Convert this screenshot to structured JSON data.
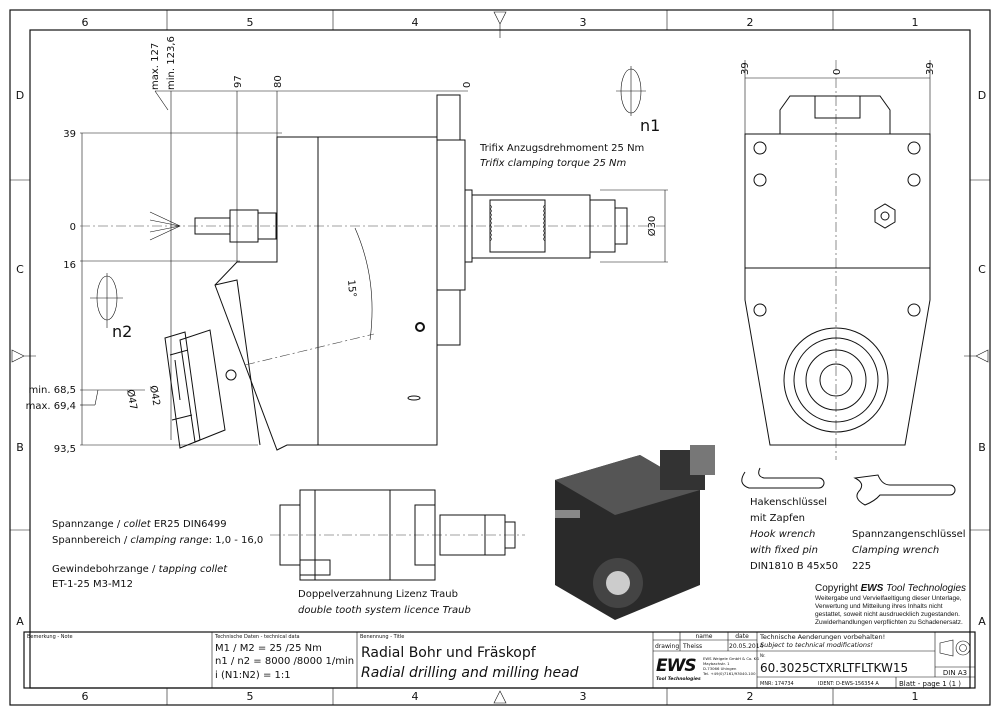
{
  "frame": {
    "columns": [
      "6",
      "5",
      "4",
      "3",
      "2",
      "1"
    ],
    "rows": [
      "D",
      "C",
      "B",
      "A"
    ]
  },
  "side_view": {
    "dims_top": [
      "max. 127",
      "min. 123,6",
      "97",
      "80",
      "0"
    ],
    "dims_left": [
      "39",
      "0",
      "16",
      "min. 68,5",
      "max. 69,4",
      "93,5"
    ],
    "diameters": [
      "Ø47",
      "Ø42"
    ],
    "angle": "15°",
    "rotation_label": "n2"
  },
  "front_view": {
    "dims": [
      "39",
      "0",
      "39"
    ]
  },
  "trifix": {
    "de": "Trifix Anzugsdrehmoment  25 Nm",
    "en": "Trifix clamping torque  25 Nm",
    "diameter": "Ø30",
    "rotation_label": "n1"
  },
  "collet": {
    "line1_de": "Spannzange / ",
    "line1_en": "collet",
    "line1_val": "  ER25    DIN6499",
    "line2_de": "Spannbereich / ",
    "line2_en": "clamping range",
    "line2_val": ": 1,0 - 16,0",
    "line3_de": "Gewindebohrzange / ",
    "line3_en": "tapping collet",
    "line4": "ET-1-25   M3-M12"
  },
  "double_tooth": {
    "de": "Doppelverzahnung Lizenz Traub",
    "en": "double tooth system licence Traub"
  },
  "hook_wrench": {
    "de1": "Hakenschlüssel",
    "de2": "mit Zapfen",
    "en1": "Hook wrench",
    "en2": "with fixed pin",
    "spec": "DIN1810 B 45x50"
  },
  "clamping_wrench": {
    "de": "Spannzangenschlüssel",
    "en": "Clamping wrench",
    "spec": "225"
  },
  "copyright": {
    "title_prefix": "Copyright ",
    "brand": "EWS",
    "title_suffix": " Tool Technologies",
    "lines": [
      "Weitergabe und Vervielfaeltigung dieser Unterlage,",
      "Verwertung und Mitteilung ihres Inhalts nicht",
      "gestattet, soweit nicht ausdruecklich zugestanden.",
      "Zuwiderhandlungen verpflichten zu Schadenersatz."
    ]
  },
  "title_block": {
    "note_label": "Bemerkung - Note",
    "tech_label": "Technische Daten - technical data",
    "tech_lines": [
      "M1 / M2 = 25  /25  Nm",
      "n1 / n2 = 8000 /8000  1/min",
      "i  (N1:N2) = 1:1"
    ],
    "title_label": "Benennung - Title",
    "title_de": "Radial Bohr und Fräskopf",
    "title_en": "Radial drilling and milling head",
    "name_header": "name",
    "date_header": "date",
    "drawing_label": "drawing",
    "drawing_name": "Theiss",
    "drawing_date": "20.05.2014",
    "logo_text": "EWS",
    "logo_sub": "Tool Technologies",
    "company_lines": [
      "EWS Weigele GmbH & Co. KG",
      "Maybachstr. 1",
      "D-73066 Uhingen",
      "Tel. +49(0)7161/93040-100"
    ],
    "changes_de": "Technische Aenderungen vorbehalten!",
    "changes_en": "Subject to technical modifications!",
    "nr_label": "Nr.",
    "part_number": "60.3025CTXRLTFLTKW15",
    "mnr": "MNR: 174734",
    "ident": "IDENT: D-EWS-156354  A",
    "sheet": "Blatt - page  1 (1 )",
    "format": "DIN A3"
  }
}
